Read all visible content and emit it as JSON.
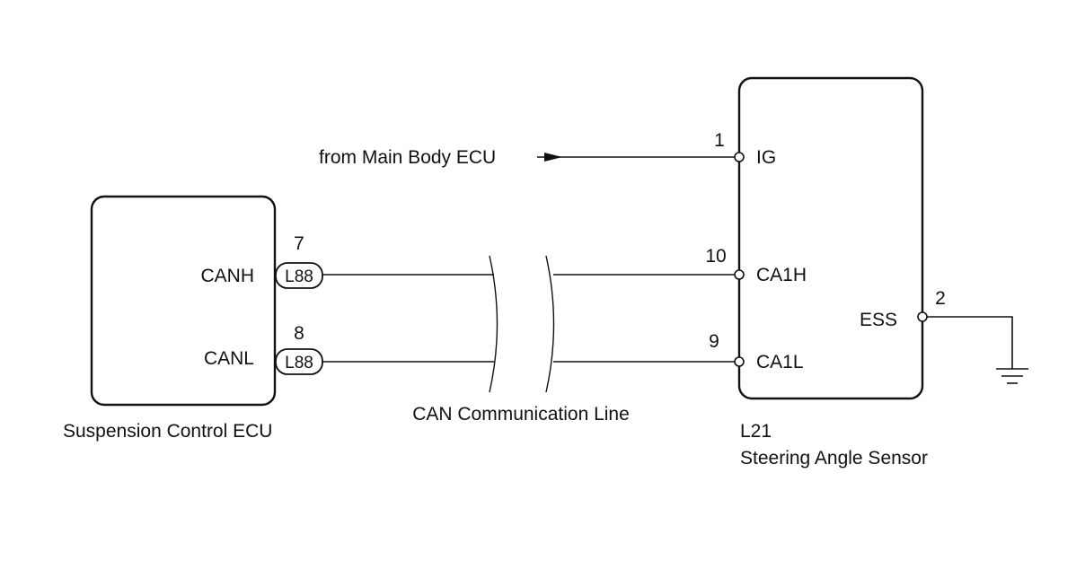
{
  "suspension_ecu": {
    "title": "Suspension Control ECU",
    "pins": [
      {
        "name": "CANH",
        "number": "7",
        "connector": "L88"
      },
      {
        "name": "CANL",
        "number": "8",
        "connector": "L88"
      }
    ]
  },
  "can_line": {
    "label": "CAN Communication Line"
  },
  "steering_sensor": {
    "code": "L21",
    "title": "Steering Angle Sensor",
    "pins": [
      {
        "name": "IG",
        "number": "1"
      },
      {
        "name": "CA1H",
        "number": "10"
      },
      {
        "name": "CA1L",
        "number": "9"
      },
      {
        "name": "ESS",
        "number": "2"
      }
    ]
  },
  "ig_source": {
    "label": "from Main Body ECU"
  },
  "colors": {
    "line": "#111111",
    "background": "#ffffff"
  }
}
